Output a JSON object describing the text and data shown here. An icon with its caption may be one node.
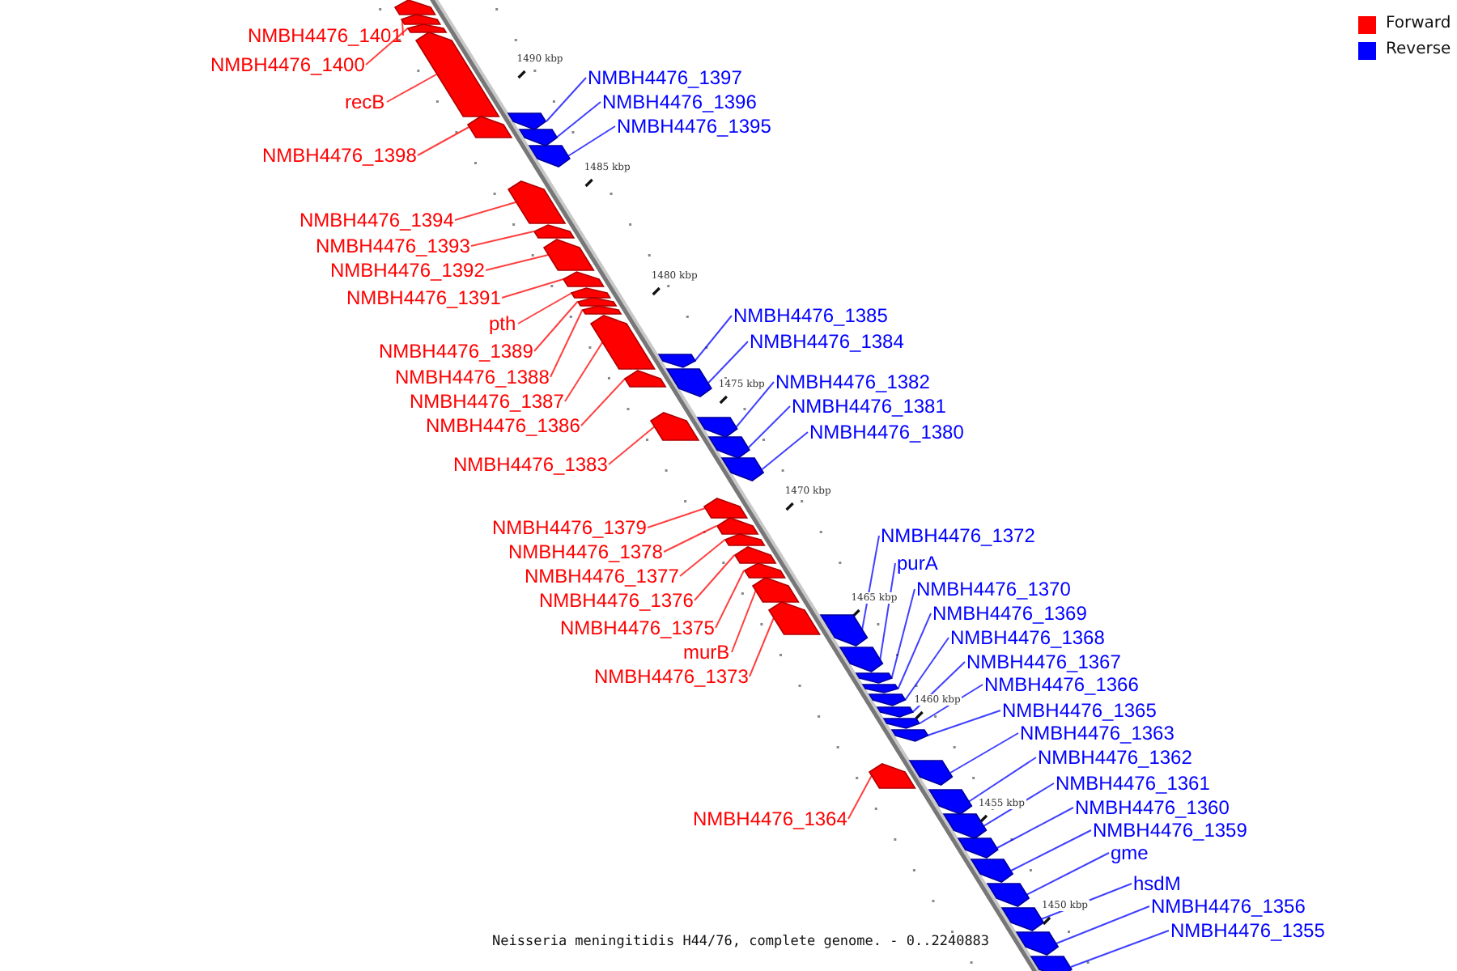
{
  "diagram": {
    "caption": "Neisseria meningitidis H44/76, complete genome. - 0..2240883",
    "nodes": [
      {
        "text": [
          "NMBH4476_1401"
        ]
      },
      {
        "text": [
          "NMBH4476_1400"
        ]
      },
      {
        "text": [
          "recB"
        ]
      },
      {
        "text": [
          "NMBH4476_1398"
        ]
      },
      {
        "text": [
          "NMBH4476_1394"
        ]
      },
      {
        "text": [
          "NMBH4476_1393"
        ]
      },
      {
        "text": [
          "NMBH4476_1392"
        ]
      },
      {
        "text": [
          "NMBH4476_1391"
        ]
      },
      {
        "text": [
          "pth"
        ]
      },
      {
        "text": [
          "NMBH4476_1389"
        ]
      },
      {
        "text": [
          "NMBH4476_1388"
        ]
      },
      {
        "text": [
          "NMBH4476_1387"
        ]
      },
      {
        "text": [
          "NMBH4476_1386"
        ]
      },
      {
        "text": [
          "NMBH4476_1383"
        ]
      },
      {
        "text": [
          "NMBH4476_1379"
        ]
      },
      {
        "text": [
          "NMBH4476_1378"
        ]
      },
      {
        "text": [
          "NMBH4476_1377"
        ]
      },
      {
        "text": [
          "NMBH4476_1376"
        ]
      },
      {
        "text": [
          "NMBH4476_1375"
        ]
      },
      {
        "text": [
          "murB"
        ]
      },
      {
        "text": [
          "NMBH4476_1373"
        ]
      },
      {
        "text": [
          "NMBH4476_1364"
        ]
      },
      {
        "text": [
          "NMBH4476_1397"
        ]
      },
      {
        "text": [
          "NMBH4476_1396"
        ]
      },
      {
        "text": [
          "NMBH4476_1395"
        ]
      },
      {
        "text": [
          "NMBH4476_1385"
        ]
      },
      {
        "text": [
          "NMBH4476_1384"
        ]
      },
      {
        "text": [
          "NMBH4476_1382"
        ]
      },
      {
        "text": [
          "NMBH4476_1381"
        ]
      },
      {
        "text": [
          "NMBH4476_1380"
        ]
      },
      {
        "text": [
          "NMBH4476_1372"
        ]
      },
      {
        "text": [
          "purA"
        ]
      },
      {
        "text": [
          "NMBH4476_1370"
        ]
      },
      {
        "text": [
          "NMBH4476_1369"
        ]
      },
      {
        "text": [
          "NMBH4476_1368"
        ]
      },
      {
        "text": [
          "NMBH4476_1367"
        ]
      },
      {
        "text": [
          "NMBH4476_1366"
        ]
      },
      {
        "text": [
          "NMBH4476_1365"
        ]
      },
      {
        "text": [
          "NMBH4476_1363"
        ]
      },
      {
        "text": [
          "NMBH4476_1362"
        ]
      },
      {
        "text": [
          "NMBH4476_1361"
        ]
      },
      {
        "text": [
          "NMBH4476_1360"
        ]
      },
      {
        "text": [
          "NMBH4476_1359"
        ]
      },
      {
        "text": [
          "gme"
        ]
      },
      {
        "text": [
          "hsdM"
        ]
      },
      {
        "text": [
          "NMBH4476_1356"
        ]
      },
      {
        "text": [
          "NMBH4476_1355"
        ]
      },
      {
        "text": [],
        "shape": "box"
      },
      {
        "text": [],
        "shape": "box"
      },
      {
        "text": [],
        "shape": "box"
      },
      {
        "text": [],
        "shape": "box"
      },
      {
        "text": [],
        "shape": "box"
      },
      {
        "text": [],
        "shape": "box"
      },
      {
        "text": [],
        "shape": "box"
      },
      {
        "text": [],
        "shape": "box"
      },
      {
        "text": [],
        "shape": "box"
      },
      {
        "text": [],
        "shape": "box"
      },
      {
        "text": [],
        "shape": "box"
      },
      {
        "text": [],
        "shape": "box"
      },
      {
        "text": [],
        "shape": "box"
      },
      {
        "text": [],
        "shape": "box"
      },
      {
        "text": [],
        "shape": "box"
      },
      {
        "text": [],
        "shape": "box"
      },
      {
        "text": [],
        "shape": "box"
      },
      {
        "text": [],
        "shape": "box"
      },
      {
        "text": [],
        "shape": "box"
      },
      {
        "text": [],
        "shape": "box"
      },
      {
        "text": [],
        "shape": "box"
      },
      {
        "text": [],
        "shape": "box"
      },
      {
        "text": [],
        "shape": "box"
      },
      {
        "text": [],
        "shape": "box"
      },
      {
        "text": [],
        "shape": "box"
      },
      {
        "text": [],
        "shape": "box"
      },
      {
        "text": [],
        "shape": "box"
      },
      {
        "text": [],
        "shape": "box"
      },
      {
        "text": [],
        "shape": "box"
      },
      {
        "text": [],
        "shape": "box"
      },
      {
        "text": [],
        "shape": "box"
      },
      {
        "text": [],
        "shape": "box"
      },
      {
        "text": [],
        "shape": "box"
      },
      {
        "text": [],
        "shape": "box"
      },
      {
        "text": [],
        "shape": "box"
      },
      {
        "text": [],
        "shape": "box"
      },
      {
        "text": [],
        "shape": "box"
      },
      {
        "text": [],
        "shape": "box"
      },
      {
        "text": [],
        "shape": "box"
      },
      {
        "text": [],
        "shape": "box"
      },
      {
        "text": [],
        "shape": "box"
      },
      {
        "text": [],
        "shape": "box"
      },
      {
        "text": [],
        "shape": "box"
      },
      {
        "text": [],
        "shape": "box"
      },
      {
        "text": [],
        "shape": "box"
      },
      {
        "text": [],
        "shape": "box"
      },
      {
        "text": [],
        "shape": "box"
      },
      {
        "text": [],
        "shape": "box"
      }
    ],
    "edges": [
      {
        "from": 0,
        "to": 48,
        "arrow": "none",
        "color": "#ff0000"
      },
      {
        "from": 1,
        "to": 49,
        "arrow": "none",
        "color": "#ff0000"
      },
      {
        "from": 2,
        "to": 50,
        "arrow": "none",
        "color": "#ff0000"
      },
      {
        "from": 3,
        "to": 51,
        "arrow": "none",
        "color": "#ff0000"
      },
      {
        "from": 4,
        "to": 52,
        "arrow": "none",
        "color": "#ff0000"
      },
      {
        "from": 5,
        "to": 53,
        "arrow": "none",
        "color": "#ff0000"
      },
      {
        "from": 6,
        "to": 54,
        "arrow": "none",
        "color": "#ff0000"
      },
      {
        "from": 7,
        "to": 55,
        "arrow": "none",
        "color": "#ff0000"
      },
      {
        "from": 8,
        "to": 56,
        "arrow": "none",
        "color": "#ff0000"
      },
      {
        "from": 9,
        "to": 57,
        "arrow": "none",
        "color": "#ff0000"
      },
      {
        "from": 10,
        "to": 58,
        "arrow": "none",
        "color": "#ff0000"
      },
      {
        "from": 11,
        "to": 59,
        "arrow": "none",
        "color": "#ff0000"
      },
      {
        "from": 12,
        "to": 60,
        "arrow": "none",
        "color": "#ff0000"
      },
      {
        "from": 13,
        "to": 61,
        "arrow": "none",
        "color": "#ff0000"
      },
      {
        "from": 14,
        "to": 62,
        "arrow": "none",
        "color": "#ff0000"
      },
      {
        "from": 15,
        "to": 63,
        "arrow": "none",
        "color": "#ff0000"
      },
      {
        "from": 16,
        "to": 64,
        "arrow": "none",
        "color": "#ff0000"
      },
      {
        "from": 17,
        "to": 65,
        "arrow": "none",
        "color": "#ff0000"
      },
      {
        "from": 18,
        "to": 66,
        "arrow": "none",
        "color": "#ff0000"
      },
      {
        "from": 19,
        "to": 67,
        "arrow": "none",
        "color": "#ff0000"
      },
      {
        "from": 20,
        "to": 68,
        "arrow": "none",
        "color": "#ff0000"
      },
      {
        "from": 21,
        "to": 69,
        "arrow": "none",
        "color": "#ff0000"
      },
      {
        "from": 22,
        "to": 70,
        "arrow": "none"
      },
      {
        "from": 23,
        "to": 71,
        "arrow": "none"
      },
      {
        "from": 24,
        "to": 72,
        "arrow": "none"
      },
      {
        "from": 25,
        "to": 73,
        "arrow": "none"
      },
      {
        "from": 26,
        "to": 74,
        "arrow": "none"
      },
      {
        "from": 27,
        "to": 75,
        "arrow": "none"
      },
      {
        "from": 28,
        "to": 76,
        "arrow": "none"
      },
      {
        "from": 29,
        "to": 77,
        "arrow": "none"
      },
      {
        "from": 30,
        "to": 78,
        "arrow": "none"
      },
      {
        "from": 31,
        "to": 79,
        "arrow": "none"
      },
      {
        "from": 32,
        "to": 80,
        "arrow": "none"
      },
      {
        "from": 33,
        "to": 81,
        "arrow": "none"
      },
      {
        "from": 34,
        "to": 82,
        "arrow": "none"
      },
      {
        "from": 35,
        "to": 83,
        "arrow": "none"
      },
      {
        "from": 36,
        "to": 84,
        "arrow": "none"
      },
      {
        "from": 37,
        "to": 85,
        "arrow": "none"
      },
      {
        "from": 38,
        "to": 86,
        "arrow": "none"
      },
      {
        "from": 39,
        "to": 87,
        "arrow": "none"
      },
      {
        "from": 40,
        "to": 88,
        "arrow": "none"
      },
      {
        "from": 41,
        "to": 89,
        "arrow": "none"
      },
      {
        "from": 42,
        "to": 90,
        "arrow": "none"
      },
      {
        "from": 43,
        "to": 91,
        "arrow": "none"
      },
      {
        "from": 44,
        "to": 92,
        "arrow": "none"
      },
      {
        "from": 45,
        "to": 93,
        "arrow": "none"
      },
      {
        "from": 46,
        "to": 94,
        "arrow": "none"
      }
    ],
    "labels": [
      "1490 kbp",
      "1485 kbp",
      "1480 kbp",
      "1475 kbp",
      "1470 kbp",
      "1465 kbp",
      "1460 kbp",
      "1455 kbp",
      "1450 kbp"
    ],
    "legend": [
      {
        "text": "Forward",
        "color": "#ff0000"
      },
      {
        "text": "Reverse",
        "color": "#0000ff"
      }
    ]
  }
}
